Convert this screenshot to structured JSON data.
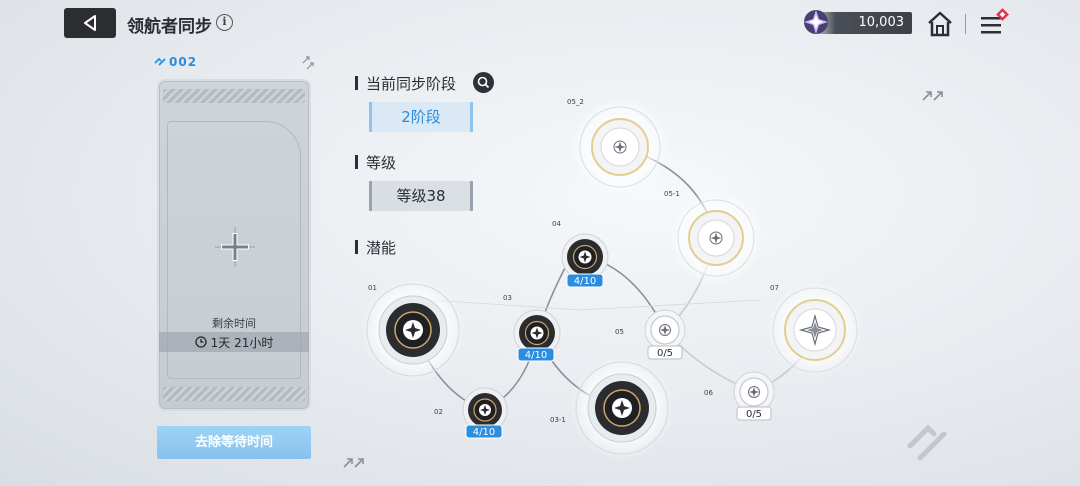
{
  "header": {
    "title": "领航者同步",
    "info_icon": "info-icon",
    "currency_value": "10,003",
    "icons": [
      "back-arrow-icon",
      "crystal-icon",
      "home-icon",
      "menu-icon"
    ]
  },
  "card": {
    "id": "002",
    "remaining_label": "剩余时间",
    "remaining_time": "1天 21小时",
    "remove_wait_button": "去除等待时间"
  },
  "sections": {
    "current_stage_label": "当前同步阶段",
    "current_stage_value": "2阶段",
    "level_label": "等级",
    "level_value": "等级38",
    "potential_label": "潜能"
  },
  "nodes": [
    {
      "id": "01",
      "state": "active-dark"
    },
    {
      "id": "02",
      "state": "dark",
      "progress": "4/10"
    },
    {
      "id": "03",
      "state": "dark",
      "progress": "4/10"
    },
    {
      "id": "03-1",
      "state": "active-dark"
    },
    {
      "id": "04",
      "state": "dark",
      "progress": "4/10"
    },
    {
      "id": "05",
      "state": "light",
      "progress": "0/5"
    },
    {
      "id": "05-1",
      "state": "locked-light"
    },
    {
      "id": "05_2",
      "state": "locked-light"
    },
    {
      "id": "06",
      "state": "light",
      "progress": "0/5"
    },
    {
      "id": "07",
      "state": "special-light"
    }
  ],
  "colors": {
    "accent_blue": "#2a8de0",
    "badge_blue": "#2a8de0",
    "dark_node": "#2b2c30",
    "gold_ring": "#c9a86a",
    "button_blue": "#8ac5ef"
  }
}
